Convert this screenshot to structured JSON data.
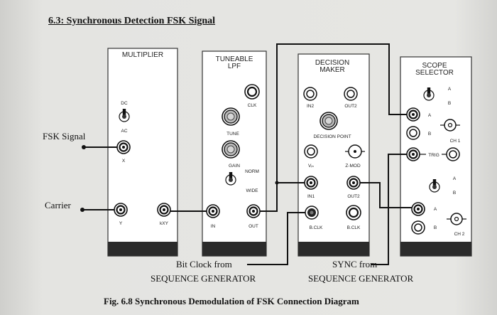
{
  "heading": "6.3: Synchronous Detection FSK Signal",
  "modules": {
    "multiplier": {
      "title": "MULTIPLIER",
      "dc": "DC",
      "ac": "AC",
      "x": "X",
      "y": "Y",
      "kxy": "kXY"
    },
    "tuneable_lpf": {
      "title_line1": "TUNEABLE",
      "title_line2": "LPF",
      "clk": "CLK",
      "tune": "TUNE",
      "gain": "GAIN",
      "norm": "NORM",
      "wide": "WIDE",
      "in": "IN",
      "out": "OUT"
    },
    "decision_maker": {
      "title_line1": "DECISION",
      "title_line2": "MAKER",
      "in2": "IN2",
      "out2_top": "OUT2",
      "decision_point": "DECISION POINT",
      "vin": "Vᵢₙ",
      "zmod": "Z-MOD",
      "in1": "IN1",
      "out2": "OUT2",
      "bclk_left": "B.CLK",
      "bclk_right": "B.CLK"
    },
    "scope_selector": {
      "title_line1": "SCOPE",
      "title_line2": "SELECTOR",
      "a1": "A",
      "b1": "B",
      "a2": "A",
      "b2": "B",
      "ch1": "CH 1",
      "trig": "TRIG",
      "a3": "A",
      "b3": "B",
      "a4": "A",
      "b4": "B",
      "ch2": "CH 2"
    }
  },
  "side_labels": {
    "fsk_signal": "FSK Signal",
    "carrier": "Carrier"
  },
  "bottom_labels": {
    "bit_clock_line1": "Bit Clock from",
    "bit_clock_line2": "SEQUENCE GENERATOR",
    "sync_line1": "SYNC from",
    "sync_line2": "SEQUENCE GENERATOR"
  },
  "caption": "Fig. 6.8 Synchronous Demodulation of FSK Connection Diagram"
}
